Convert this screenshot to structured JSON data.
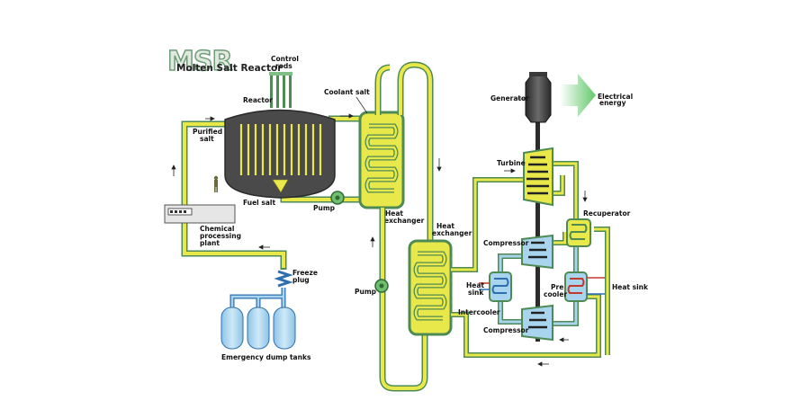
{
  "title": {
    "logo": "MSR",
    "subtitle": "Molten Salt Reactor"
  },
  "labels": {
    "control_rods_1": "Control",
    "control_rods_2": "rods",
    "reactor": "Reactor",
    "coolant_salt": "Coolant salt",
    "purified_salt_1": "Purified",
    "purified_salt_2": "salt",
    "fuel_salt": "Fuel salt",
    "pump_primary": "Pump",
    "heat_exchanger_1_a": "Heat",
    "heat_exchanger_1_b": "exchanger",
    "heat_exchanger_2_a": "Heat",
    "heat_exchanger_2_b": "exchanger",
    "chemical_1": "Chemical",
    "chemical_2": "processing",
    "chemical_3": "plant",
    "freeze_plug_1": "Freeze",
    "freeze_plug_2": "plug",
    "emergency_dump_tanks": "Emergency dump tanks",
    "pump_secondary": "Pump",
    "generator": "Generator",
    "electrical_energy_1": "Electrical",
    "electrical_energy_2": "energy",
    "turbine": "Turbine",
    "recuperator": "Recuperator",
    "compressor_top": "Compressor",
    "compressor_bottom": "Compressor",
    "heat_sink_left_1": "Heat",
    "heat_sink_left_2": "sink",
    "pre_cooler_1": "Pre",
    "pre_cooler_2": "cooler",
    "heat_sink_right": "Heat sink",
    "intercooler": "Intercooler"
  },
  "colors": {
    "salt_yellow": "#e9e84a",
    "pipe_green": "#4d8a54",
    "reactor_gray": "#4a4a4a",
    "tank_blue": "#a9d4ee",
    "energy_arrow": "#7ad27f"
  }
}
